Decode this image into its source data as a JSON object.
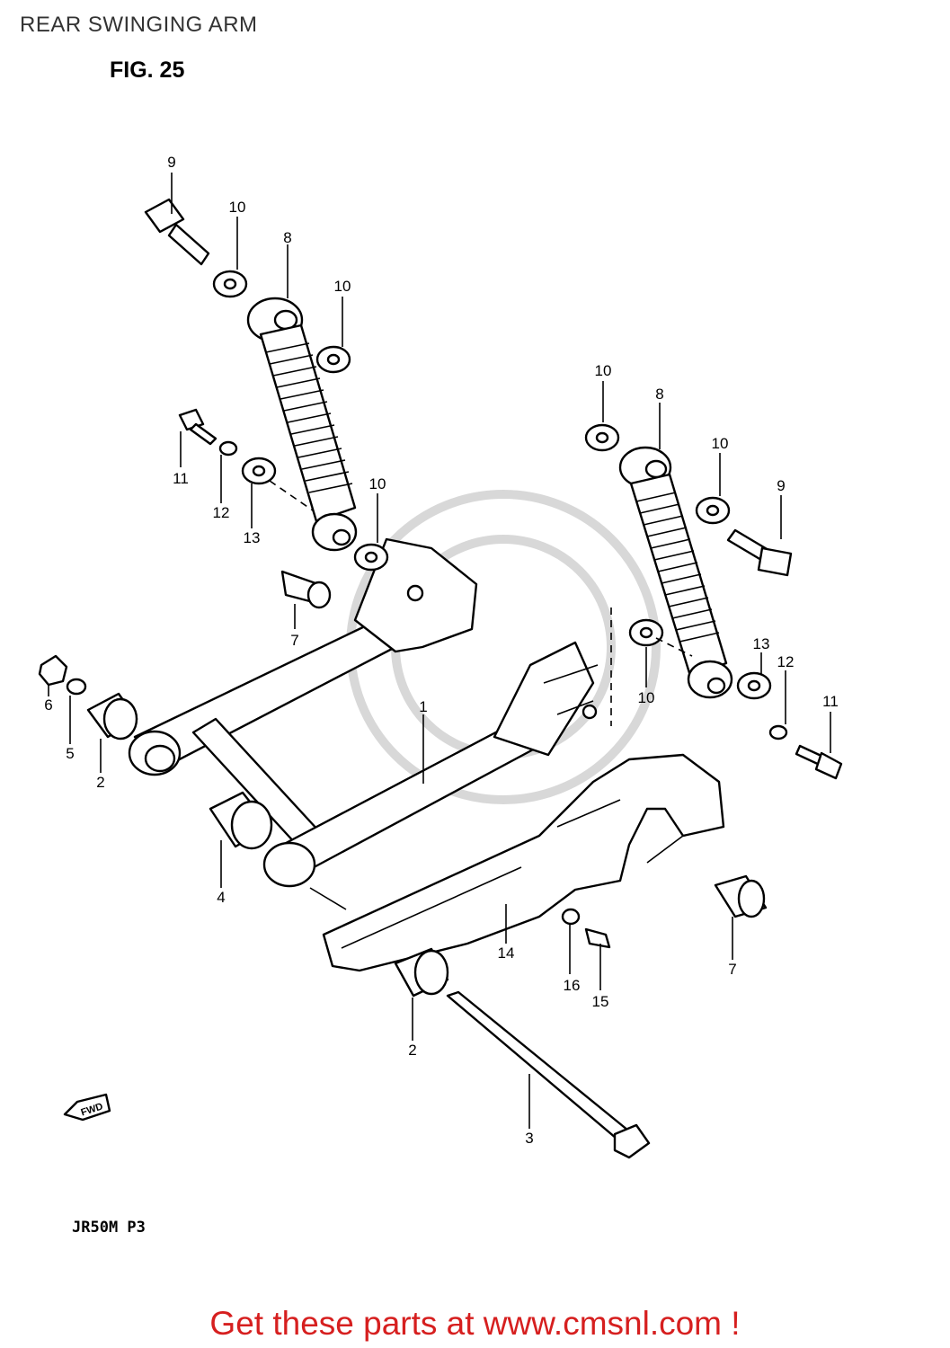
{
  "header": {
    "title": "REAR SWINGING ARM",
    "figure": "FIG. 25"
  },
  "footer": {
    "model_code": "JR50M  P3",
    "cta": "Get these parts at www.cmsnl.com !"
  },
  "fwd_marker": "FWD",
  "callouts": {
    "c1": "1",
    "c2a": "2",
    "c2b": "2",
    "c3": "3",
    "c4": "4",
    "c5": "5",
    "c6": "6",
    "c7a": "7",
    "c7b": "7",
    "c8a": "8",
    "c8b": "8",
    "c9a": "9",
    "c9b": "9",
    "c10a": "10",
    "c10b": "10",
    "c10c": "10",
    "c10d": "10",
    "c10e": "10",
    "c10f": "10",
    "c11a": "11",
    "c11b": "11",
    "c12a": "12",
    "c12b": "12",
    "c13a": "13",
    "c13b": "13",
    "c14": "14",
    "c15": "15",
    "c16": "16"
  }
}
